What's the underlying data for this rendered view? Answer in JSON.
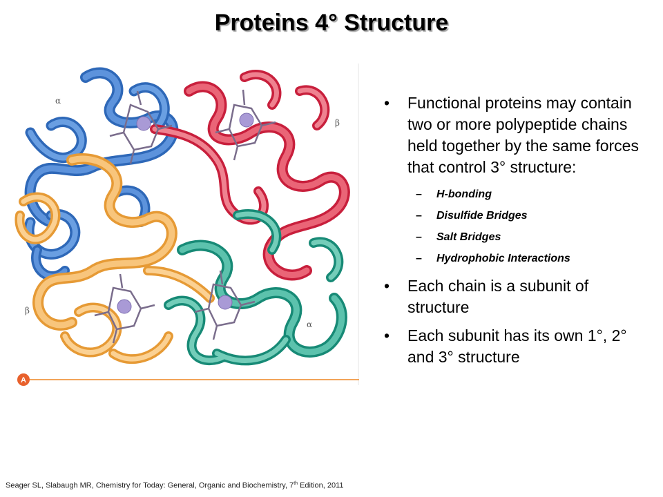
{
  "slide": {
    "title": "Proteins 4° Structure"
  },
  "figure": {
    "badge": "A",
    "labels": {
      "alpha_top": "α",
      "beta_top": "β",
      "beta_bottom": "β",
      "alpha_bottom": "α"
    },
    "colors": {
      "blue_chain": "#4f86d0",
      "red_chain": "#e0485e",
      "orange_chain": "#f5bb6a",
      "teal_chain": "#4fb5a0",
      "heme": "#8a7aa0",
      "iron": "#a99ad6",
      "baseline": "#f2a45a",
      "badge": "#e8612c"
    }
  },
  "content": {
    "bullets": [
      {
        "text": "Functional proteins may contain two or more polypeptide chains held together by the same forces that control 3° structure:",
        "subitems": [
          "H-bonding",
          "Disulfide Bridges",
          "Salt Bridges",
          "Hydrophobic Interactions"
        ]
      },
      {
        "text": "Each chain is a subunit of structure"
      },
      {
        "text": "Each subunit has its own 1°, 2° and 3° structure"
      }
    ],
    "bullet_glyph": "•",
    "dash_glyph": "–"
  },
  "citation": {
    "main": "Seager SL, Slabaugh MR, Chemistry for Today: General, Organic and Biochemistry, 7",
    "sup": "th",
    "tail": " Edition, 2011"
  }
}
